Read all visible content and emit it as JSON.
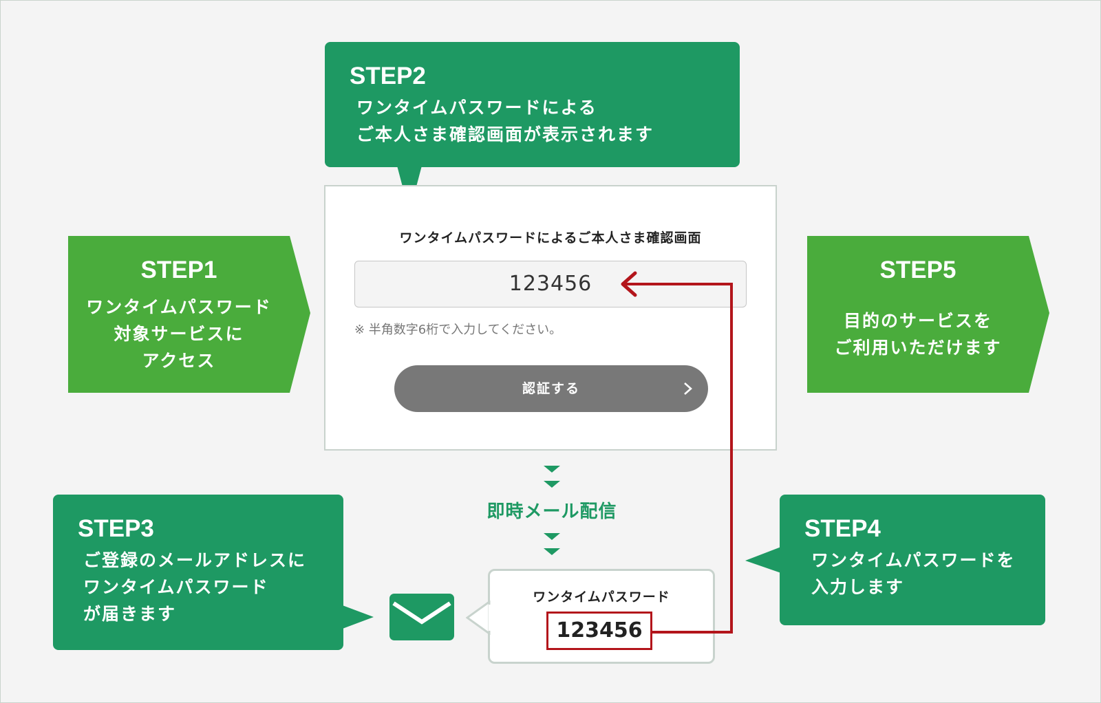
{
  "colors": {
    "bubble_green": "#1e9963",
    "arrow_green": "#4aac3c",
    "accent_red": "#b3151b",
    "button_gray": "#787878"
  },
  "step1": {
    "title": "STEP1",
    "text": "ワンタイムパスワード\n対象サービスに\nアクセス"
  },
  "step2": {
    "title": "STEP2",
    "text": "ワンタイムパスワードによる\nご本人さま確認画面が表示されます"
  },
  "step3": {
    "title": "STEP3",
    "text": "ご登録のメールアドレスに\nワンタイムパスワード\nが届きます"
  },
  "step4": {
    "title": "STEP4",
    "text": "ワンタイムパスワードを\n入力します"
  },
  "step5": {
    "title": "STEP5",
    "text": "目的のサービスを\nご利用いただけます"
  },
  "auth_screen": {
    "title": "ワンタイムパスワードによるご本人さま確認画面",
    "input_value": "123456",
    "note": "※ 半角数字6桁で入力してください。",
    "button_label": "認証する"
  },
  "delivery_label": "即時メール配信",
  "mail": {
    "title": "ワンタイムパスワード",
    "code": "123456"
  },
  "icons": [
    "chevron-right-icon",
    "envelope-icon",
    "down-chevron-icon",
    "arrow-left-icon"
  ]
}
